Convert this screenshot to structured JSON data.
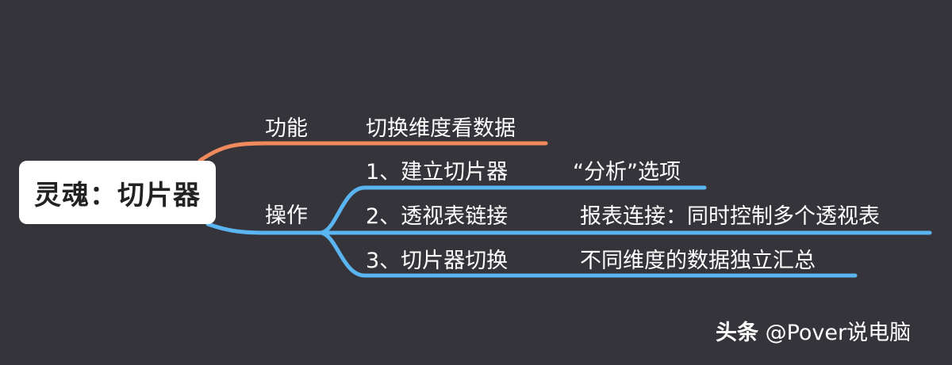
{
  "root": {
    "label": "灵魂：切片器"
  },
  "branches": [
    {
      "label": "功能",
      "color": "#f08a5d",
      "children": [
        {
          "label": "切换维度看数据"
        }
      ]
    },
    {
      "label": "操作",
      "color": "#5ab4f0",
      "children": [
        {
          "label": "1、建立切片器",
          "detail": "“分析”选项"
        },
        {
          "label": "2、透视表链接",
          "detail": "报表连接：同时控制多个透视表"
        },
        {
          "label": "3、切片器切换",
          "detail": "不同维度的数据独立汇总"
        }
      ]
    }
  ],
  "watermark": {
    "brand": "头条",
    "handle": "@Pover说电脑"
  }
}
